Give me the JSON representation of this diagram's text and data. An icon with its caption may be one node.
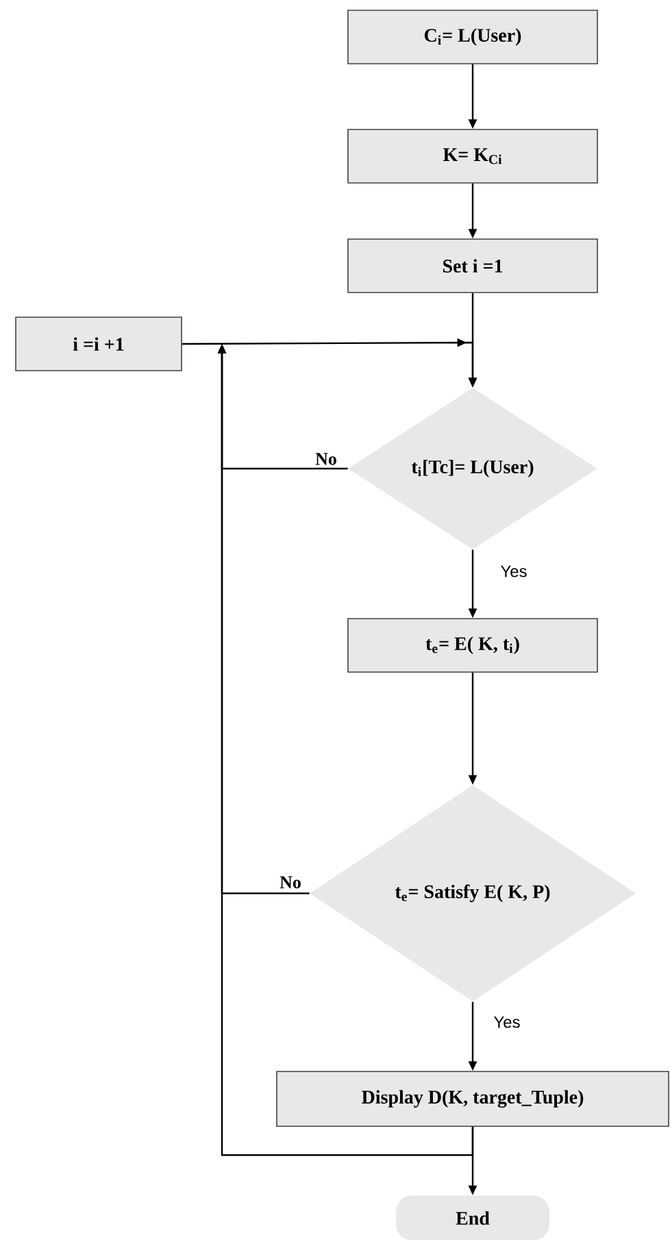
{
  "diagram": {
    "nodes": [
      {
        "text": [
          "C$_{i}$= L(User)"
        ]
      },
      {
        "text": [
          "K= K$_{Ci}$"
        ]
      },
      {
        "text": [
          "Set i =1"
        ]
      },
      {
        "text": [
          "i =i +1"
        ]
      },
      {
        "text": [
          "t$_{i}$[Tc]= L(User)"
        ]
      },
      {
        "text": [
          "t$_{e}$= E( K, t$_{i}$)"
        ]
      },
      {
        "text": [
          "t$_{e}$= Satisfy E( K, P)"
        ]
      },
      {
        "text": [
          "Display D(K, target_Tuple)"
        ]
      },
      {
        "text": [
          "End"
        ]
      }
    ],
    "edges": [
      {
        "from": 0,
        "to": 1,
        "arrow": "to"
      },
      {
        "from": 1,
        "to": 2,
        "arrow": "to"
      },
      {
        "from": 2,
        "to": 4,
        "arrow": "to"
      },
      {
        "from": 3,
        "to": 4,
        "arrow": "to"
      },
      {
        "from": 4,
        "to": null,
        "arrow": "to",
        "label": "No"
      },
      {
        "from": 4,
        "to": 5,
        "arrow": "to",
        "label": "Yes"
      },
      {
        "from": 5,
        "to": 6,
        "arrow": "to"
      },
      {
        "from": 6,
        "to": null,
        "arrow": "to",
        "label": "No"
      },
      {
        "from": 6,
        "to": 7,
        "arrow": "to",
        "label": "Yes"
      },
      {
        "from": 7,
        "to": null,
        "arrow": "to"
      },
      {
        "from": 7,
        "to": 8,
        "arrow": "to"
      }
    ]
  }
}
